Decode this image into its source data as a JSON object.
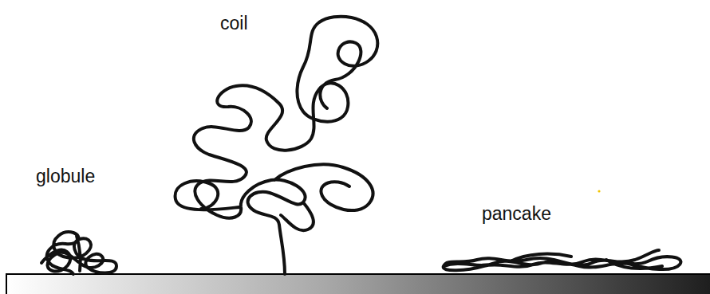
{
  "diagram": {
    "labels": [
      "globule",
      "coil",
      "pancake"
    ]
  }
}
